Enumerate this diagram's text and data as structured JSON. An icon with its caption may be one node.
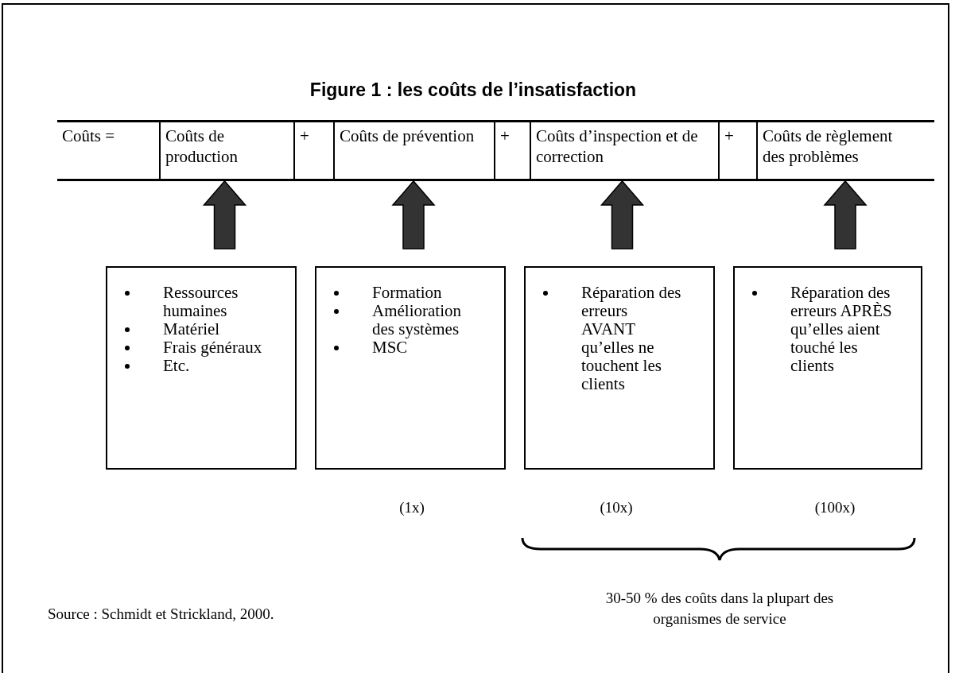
{
  "diagram": {
    "title": "Figure 1 : les coûts de l’insatisfaction",
    "nodes": [
      {
        "text": [
          "Coûts ="
        ]
      },
      {
        "text": [
          "Coûts de production"
        ]
      },
      {
        "text": [
          "+"
        ]
      },
      {
        "text": [
          "Coûts de prévention"
        ]
      },
      {
        "text": [
          "+"
        ]
      },
      {
        "text": [
          "Coûts d’inspection et de correction"
        ]
      },
      {
        "text": [
          "+"
        ]
      },
      {
        "text": [
          "Coûts de règlement des problèmes"
        ]
      },
      {
        "text": [
          "Ressources humaines",
          "Matériel",
          "Frais généraux",
          "Etc."
        ]
      },
      {
        "text": [
          "Formation",
          "Amélioration des systèmes",
          "MSC"
        ]
      },
      {
        "text": [
          "Réparation des erreurs AVANT qu’elles ne touchent les clients"
        ]
      },
      {
        "text": [
          "Réparation des erreurs APRÈS qu’elles aient touché les clients"
        ]
      }
    ],
    "edges": [
      {
        "from": 8,
        "to": 1,
        "arrow": "to",
        "style": "thick"
      },
      {
        "from": 9,
        "to": 3,
        "arrow": "to",
        "style": "thick"
      },
      {
        "from": 10,
        "to": 5,
        "arrow": "to",
        "style": "thick"
      },
      {
        "from": 11,
        "to": 7,
        "arrow": "to",
        "style": "thick"
      }
    ],
    "labels": [
      "(1x)",
      "(10x)",
      "(100x)",
      "Source : Schmidt et Strickland, 2000.",
      "30-50 % des coûts dans la plupart des organismes de service"
    ]
  }
}
